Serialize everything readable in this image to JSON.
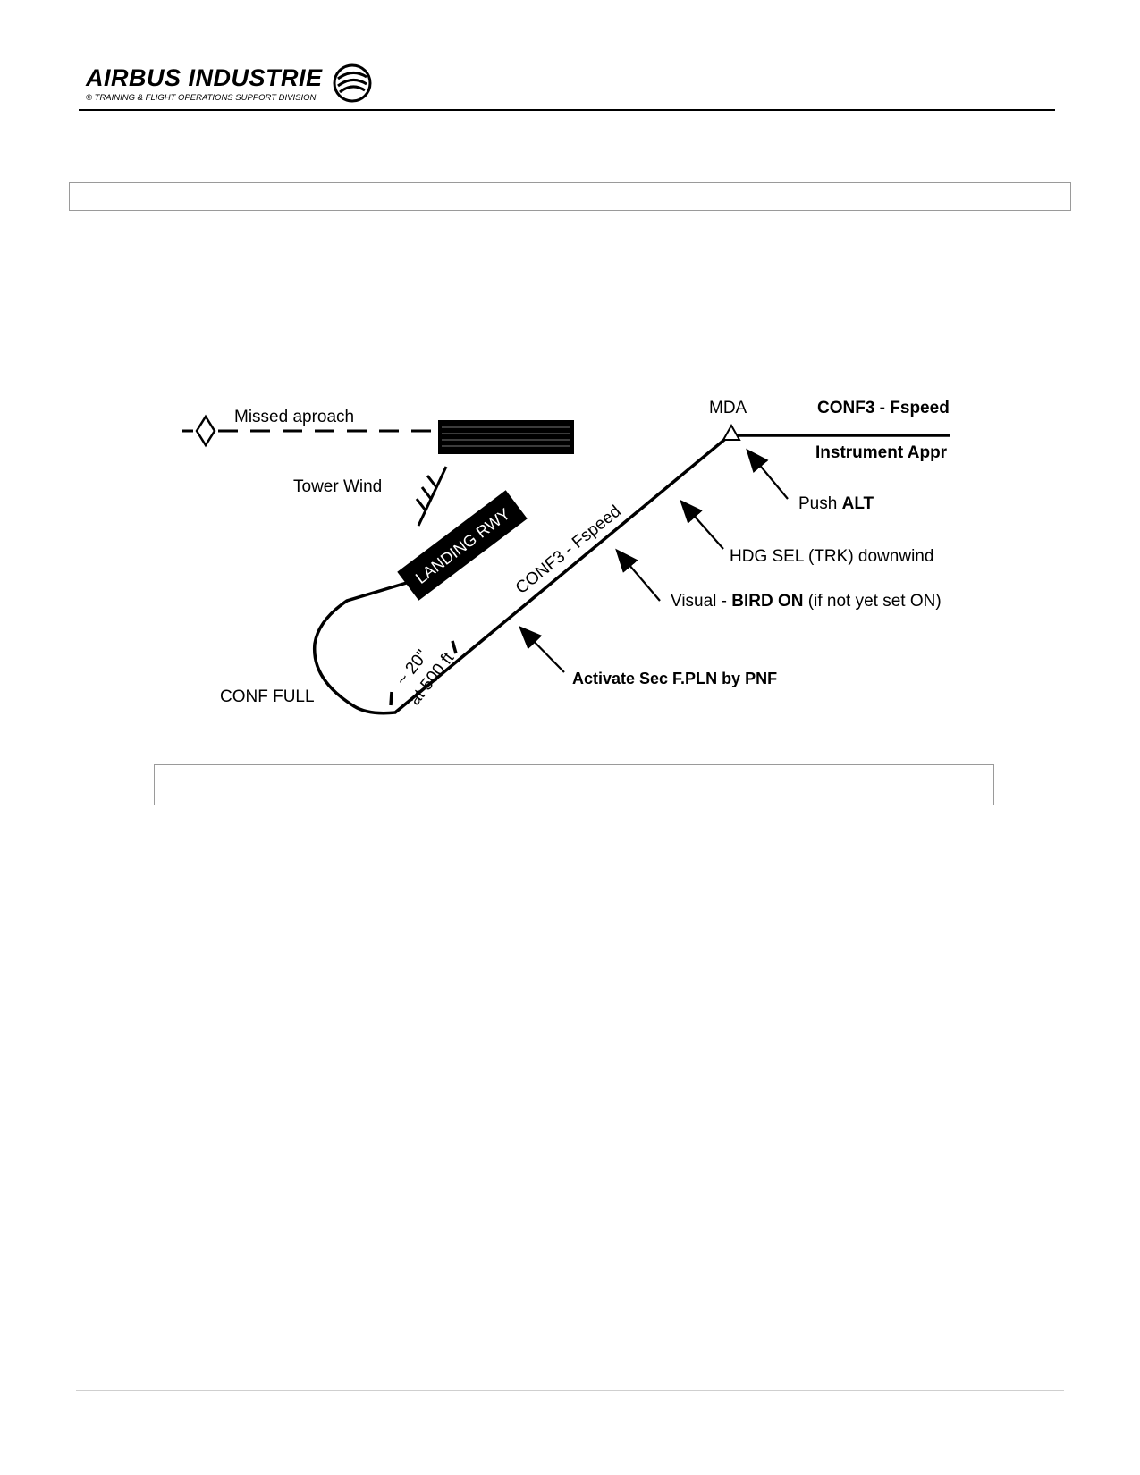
{
  "header": {
    "logo_name": "AIRBUS INDUSTRIE",
    "logo_division": "© TRAINING & FLIGHT OPERATIONS SUPPORT DIVISION"
  },
  "diagram": {
    "missed_approach": "Missed aproach",
    "tower_wind": "Tower Wind",
    "landing_runway": "LANDING RWY",
    "mda": "MDA",
    "conf3_top_label": "CONF3 - Fspeed",
    "instrument_appr": "Instrument Appr",
    "push_prefix": "Push ",
    "push_bold": "ALT",
    "hdg_sel": "HDG SEL (TRK) downwind",
    "visual_prefix": "Visual - ",
    "visual_bold": "BIRD ON",
    "visual_suffix": " (if not yet set ON)",
    "downwind_label": "CONF3 - Fspeed",
    "timing_approx": "~ 20\"",
    "timing_altitude": "at 500 ft",
    "conf_full": "CONF FULL",
    "activate_sec": "Activate Sec F.PLN by PNF"
  }
}
